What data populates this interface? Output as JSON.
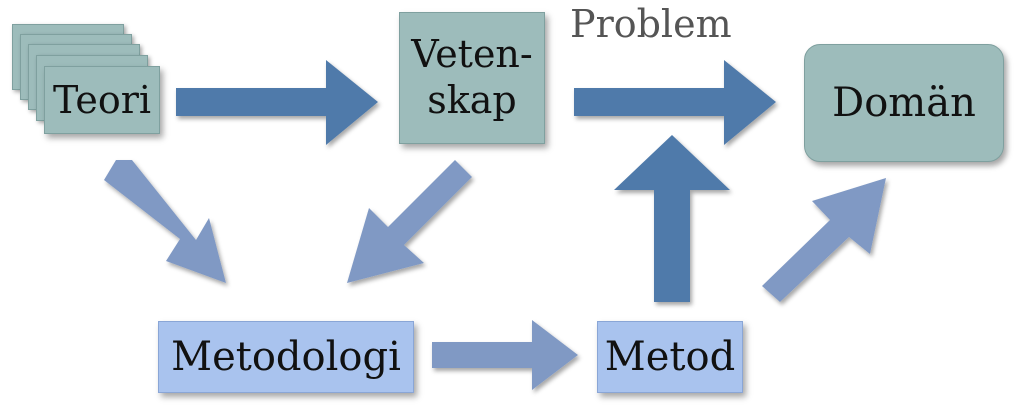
{
  "nodes": {
    "teori": "Teori",
    "vetenskap": [
      "Veten-",
      "skap"
    ],
    "doman": "Domän",
    "metodologi": "Metodologi",
    "metod": "Metod"
  },
  "labels": {
    "problem": "Problem"
  },
  "colors": {
    "teal_box": "#9dbcbb",
    "blue_box": "#a9c3ee",
    "dark_arrow": "#4f7aaa",
    "light_arrow": "#8099c4"
  }
}
